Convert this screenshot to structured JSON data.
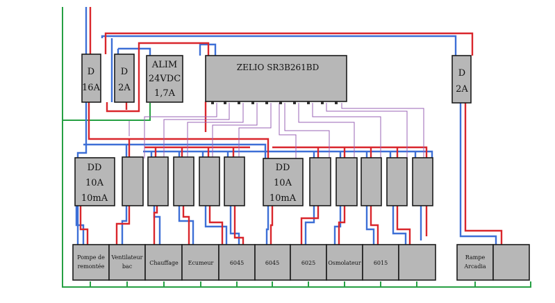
{
  "breakers": [
    {
      "line1": "D",
      "line2": "16A"
    },
    {
      "line1": "D",
      "line2": "2A"
    },
    {
      "line1": "D",
      "line2": "2A"
    }
  ],
  "alim": {
    "line1": "ALIM",
    "line2": "24VDC",
    "line3": "1,7A"
  },
  "zelio": {
    "label": "ZELIO SR3B261BD"
  },
  "relays_dd": [
    {
      "line1": "DD",
      "line2": "10A",
      "line3": "10mA"
    },
    {
      "line1": "DD",
      "line2": "10A",
      "line3": "10mA"
    }
  ],
  "loads": [
    {
      "line1": "Pompe de",
      "line2": "remontée"
    },
    {
      "line1": "Ventilateur",
      "line2": "bac"
    },
    {
      "line1": "Chauffage",
      "line2": ""
    },
    {
      "line1": "Ecumeur",
      "line2": ""
    },
    {
      "line1": "6045",
      "line2": ""
    },
    {
      "line1": "6045",
      "line2": ""
    },
    {
      "line1": "6025",
      "line2": ""
    },
    {
      "line1": "Osmolateur",
      "line2": ""
    },
    {
      "line1": "6015",
      "line2": ""
    },
    {
      "line1": "",
      "line2": ""
    },
    {
      "line1": "Rampe",
      "line2": "Arcadia"
    },
    {
      "line1": "",
      "line2": ""
    }
  ]
}
